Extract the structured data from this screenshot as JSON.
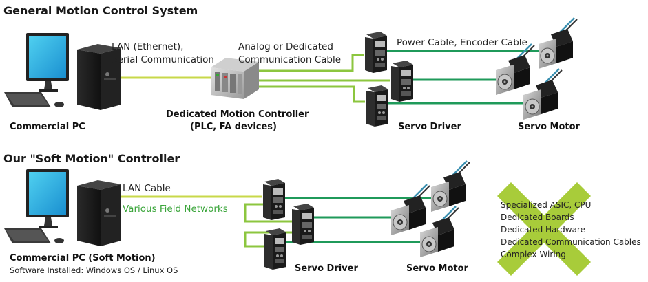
{
  "top": {
    "title": "General Motion Control System",
    "lan_label_1": "LAN (Ethernet),",
    "lan_label_2": "Serial Communication",
    "cable_label_1": "Analog or Dedicated",
    "cable_label_2": "Communication Cable",
    "power_label": "Power Cable, Encoder Cable",
    "pc_label": "Commercial PC",
    "controller_label_1": "Dedicated Motion Controller",
    "controller_label_2": "(PLC, FA devices)",
    "driver_label": "Servo Driver",
    "motor_label": "Servo Motor"
  },
  "bottom": {
    "title": "Our \"Soft Motion\" Controller",
    "lan_label": "LAN Cable",
    "field_label": "Various Field Networks",
    "pc_label": "Commercial PC (Soft Motion)",
    "software_label": "Software Installed: Windows OS / Linux OS",
    "driver_label": "Servo Driver",
    "motor_label": "Servo Motor",
    "eliminated": [
      "Specialized ASIC, CPU",
      "Dedicated Boards",
      "Dedicated Hardware",
      "Dedicated Communication Cables",
      "Complex Wiring"
    ]
  },
  "colors": {
    "lan_cable": "#c8d84a",
    "power_cable": "#1f9a5a",
    "field_network": "#8cc63f",
    "cross": "#a8cc3a"
  }
}
